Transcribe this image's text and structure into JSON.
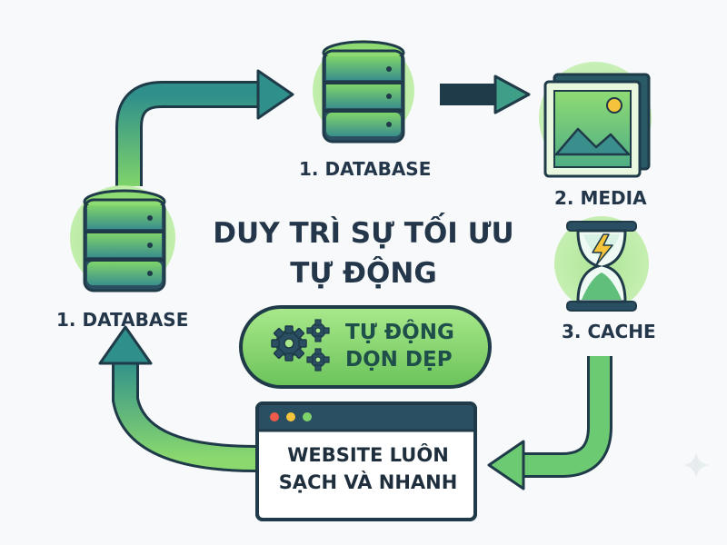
{
  "title": {
    "line1": "DUY TRÌ SỰ TỐI ƯU",
    "line2": "TỰ ĐỘNG"
  },
  "nodes": {
    "database_top": "1. DATABASE",
    "media": "2. MEDIA",
    "cache": "3. CACHE",
    "database_left": "1. DATABASE"
  },
  "auto_clean": {
    "line1": "TỰ ĐỘNG",
    "line2": "DỌN DẸP"
  },
  "website": {
    "line1": "WEBSITE LUÔN",
    "line2": "SẠCH VÀ NHANH"
  },
  "colors": {
    "arrow_green": "#62c27a",
    "arrow_teal": "#2d8a8a",
    "text_dark": "#24374a",
    "accent_green": "#7fd36a",
    "accent_yellow": "#f5c43a"
  },
  "icons": [
    "database-icon",
    "image-icon",
    "hourglass-icon",
    "gear-icon",
    "browser-window-icon"
  ]
}
